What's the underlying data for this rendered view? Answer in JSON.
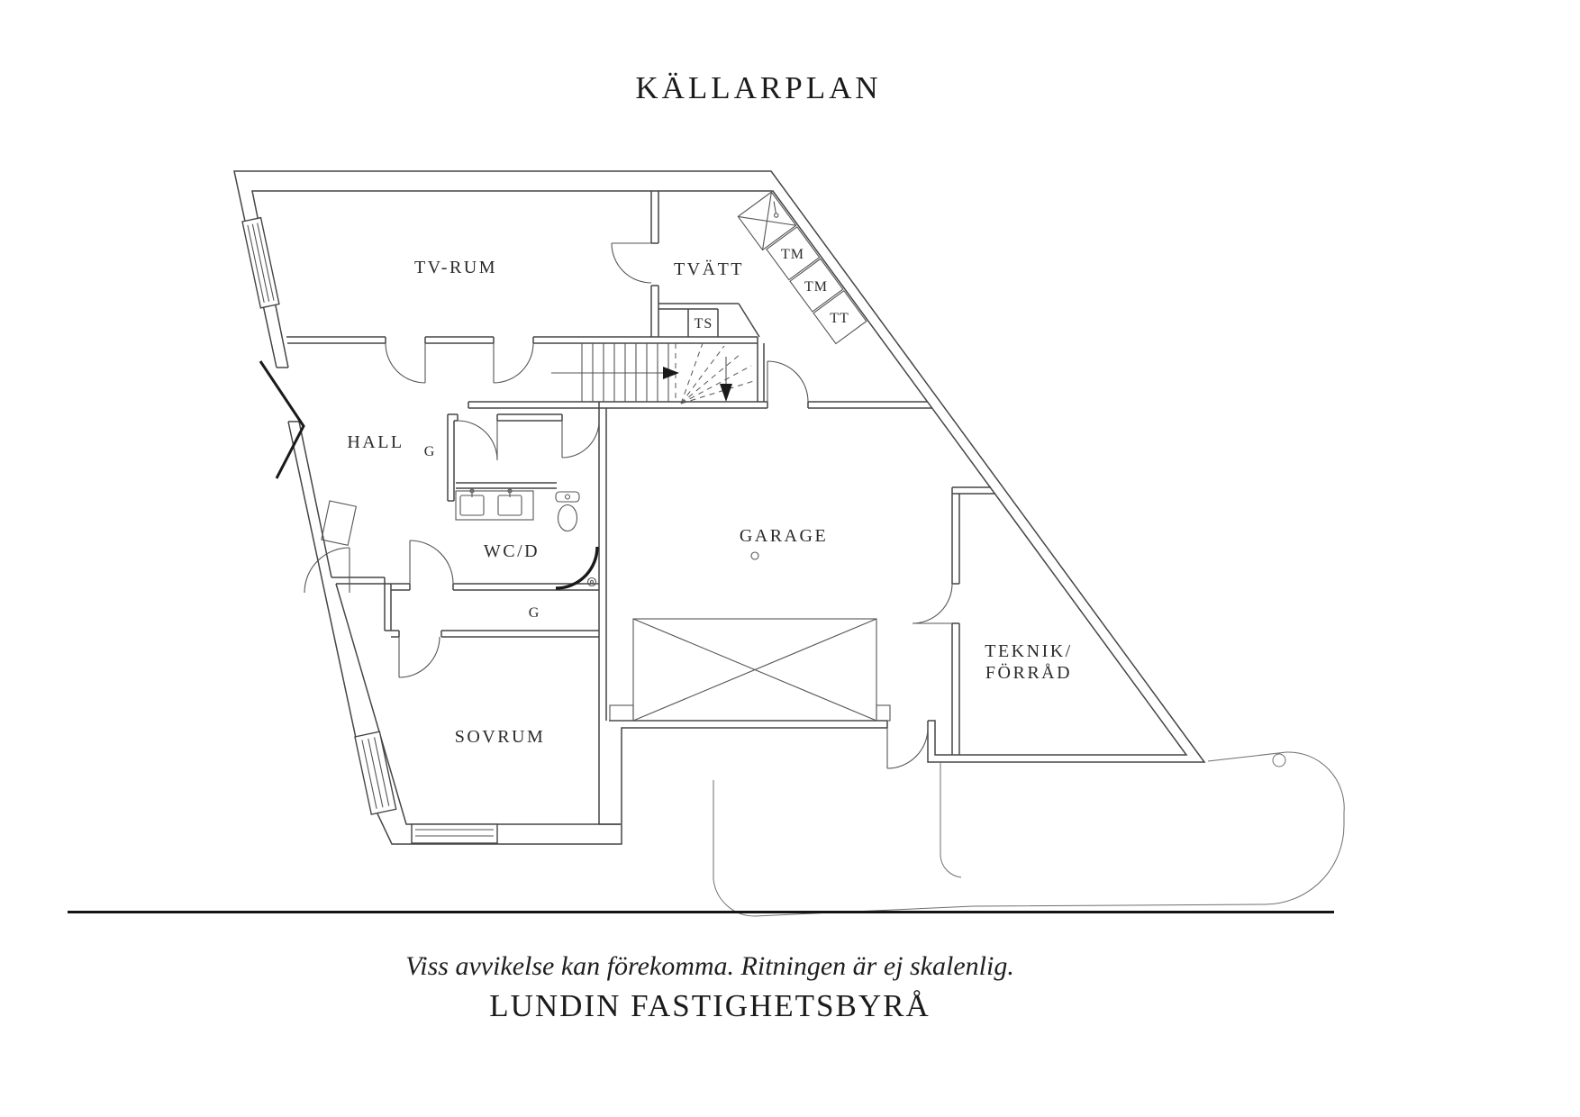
{
  "title": "KÄLLARPLAN",
  "plan": {
    "rooms": {
      "tv_rum": "TV-RUM",
      "tvatt": "TVÄTT",
      "ts": "TS",
      "tm1": "TM",
      "tm2": "TM",
      "tt": "TT",
      "hall": "HALL",
      "g_upper": "G",
      "wcd": "WC/D",
      "garage": "GARAGE",
      "g_lower": "G",
      "sovrum": "SOVRUM",
      "teknik_line1": "TEKNIK/",
      "teknik_line2": "FÖRRÅD"
    }
  },
  "footer": {
    "disclaimer": "Viss avvikelse kan förekomma. Ritningen är ej skalenlig.",
    "agency": "LUNDIN FASTIGHETSBYRÅ"
  }
}
